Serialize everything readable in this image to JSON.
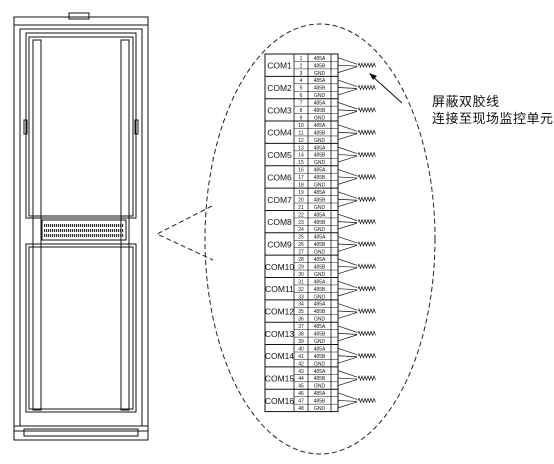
{
  "annotations": {
    "line1": "屏蔽双胶线",
    "line2": "连接至现场监控单元"
  },
  "terminal_block": {
    "groups": [
      {
        "com": "COM1",
        "rows": [
          {
            "num": "1",
            "sig": "485A"
          },
          {
            "num": "2",
            "sig": "485B"
          },
          {
            "num": "3",
            "sig": "GND"
          }
        ]
      },
      {
        "com": "COM2",
        "rows": [
          {
            "num": "4",
            "sig": "485A"
          },
          {
            "num": "5",
            "sig": "485B"
          },
          {
            "num": "6",
            "sig": "GND"
          }
        ]
      },
      {
        "com": "COM3",
        "rows": [
          {
            "num": "7",
            "sig": "485A"
          },
          {
            "num": "8",
            "sig": "485B"
          },
          {
            "num": "9",
            "sig": "GND"
          }
        ]
      },
      {
        "com": "COM4",
        "rows": [
          {
            "num": "10",
            "sig": "485A"
          },
          {
            "num": "11",
            "sig": "485B"
          },
          {
            "num": "12",
            "sig": "GND"
          }
        ]
      },
      {
        "com": "COM5",
        "rows": [
          {
            "num": "13",
            "sig": "485A"
          },
          {
            "num": "14",
            "sig": "485B"
          },
          {
            "num": "15",
            "sig": "GND"
          }
        ]
      },
      {
        "com": "COM6",
        "rows": [
          {
            "num": "16",
            "sig": "485A"
          },
          {
            "num": "17",
            "sig": "485B"
          },
          {
            "num": "18",
            "sig": "GND"
          }
        ]
      },
      {
        "com": "COM7",
        "rows": [
          {
            "num": "19",
            "sig": "485A"
          },
          {
            "num": "20",
            "sig": "485B"
          },
          {
            "num": "21",
            "sig": "GND"
          }
        ]
      },
      {
        "com": "COM8",
        "rows": [
          {
            "num": "22",
            "sig": "485A"
          },
          {
            "num": "23",
            "sig": "485B"
          },
          {
            "num": "24",
            "sig": "GND"
          }
        ]
      },
      {
        "com": "COM9",
        "rows": [
          {
            "num": "25",
            "sig": "485A"
          },
          {
            "num": "26",
            "sig": "485B"
          },
          {
            "num": "27",
            "sig": "GND"
          }
        ]
      },
      {
        "com": "COM10",
        "rows": [
          {
            "num": "28",
            "sig": "485A"
          },
          {
            "num": "29",
            "sig": "485B"
          },
          {
            "num": "30",
            "sig": "GND"
          }
        ]
      },
      {
        "com": "COM11",
        "rows": [
          {
            "num": "31",
            "sig": "485A"
          },
          {
            "num": "32",
            "sig": "485B"
          },
          {
            "num": "33",
            "sig": "GND"
          }
        ]
      },
      {
        "com": "COM12",
        "rows": [
          {
            "num": "34",
            "sig": "485A"
          },
          {
            "num": "35",
            "sig": "485B"
          },
          {
            "num": "36",
            "sig": "GND"
          }
        ]
      },
      {
        "com": "COM13",
        "rows": [
          {
            "num": "37",
            "sig": "485A"
          },
          {
            "num": "38",
            "sig": "485B"
          },
          {
            "num": "39",
            "sig": "GND"
          }
        ]
      },
      {
        "com": "COM14",
        "rows": [
          {
            "num": "40",
            "sig": "485A"
          },
          {
            "num": "41",
            "sig": "485B"
          },
          {
            "num": "42",
            "sig": "GND"
          }
        ]
      },
      {
        "com": "COM15",
        "rows": [
          {
            "num": "43",
            "sig": "485A"
          },
          {
            "num": "44",
            "sig": "485B"
          },
          {
            "num": "45",
            "sig": "GND"
          }
        ]
      },
      {
        "com": "COM16",
        "rows": [
          {
            "num": "46",
            "sig": "485A"
          },
          {
            "num": "47",
            "sig": "485B"
          },
          {
            "num": "48",
            "sig": "GND"
          }
        ]
      }
    ]
  }
}
